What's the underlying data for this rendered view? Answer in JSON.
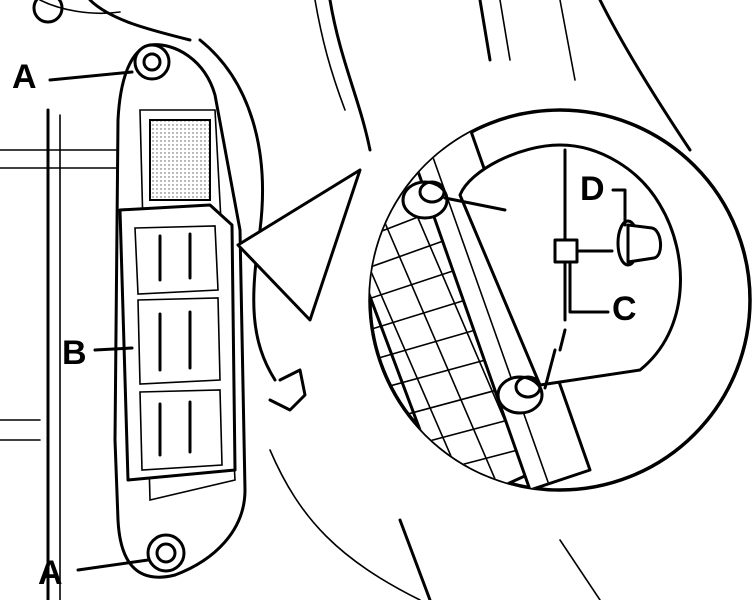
{
  "callouts": {
    "a_top": "A",
    "b": "B",
    "a_bottom": "A",
    "d": "D",
    "c": "C"
  }
}
